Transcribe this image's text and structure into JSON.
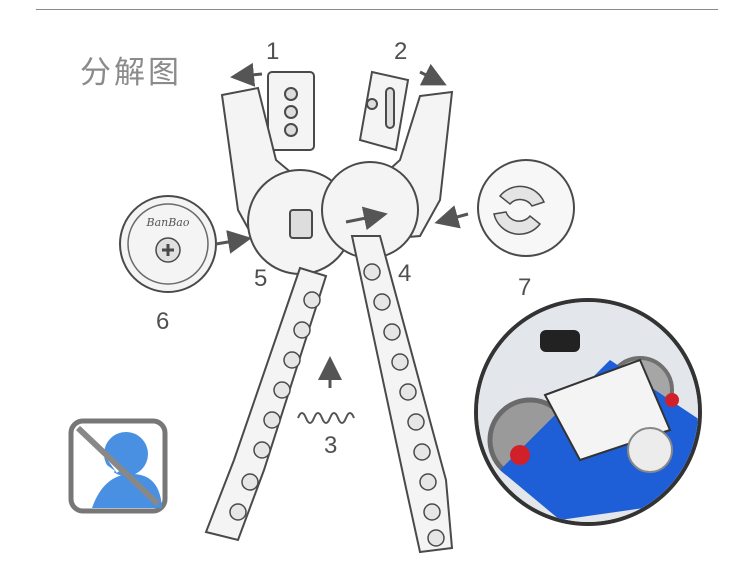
{
  "title": "分解图",
  "part_numbers": [
    "1",
    "2",
    "3",
    "4",
    "5",
    "6",
    "7"
  ],
  "logo_text": "BanBao",
  "colors": {
    "outline": "#4a4a4a",
    "part_fill": "#f4f4f4",
    "arrow": "#555555",
    "badge_border": "#777777",
    "badge_fill": "#4a90e2",
    "inset_blue": "#1e5fd8",
    "inset_gear": "#9a9a9a",
    "inset_red": "#d0202a"
  },
  "icons": [
    "no-mouth-warning-icon"
  ]
}
